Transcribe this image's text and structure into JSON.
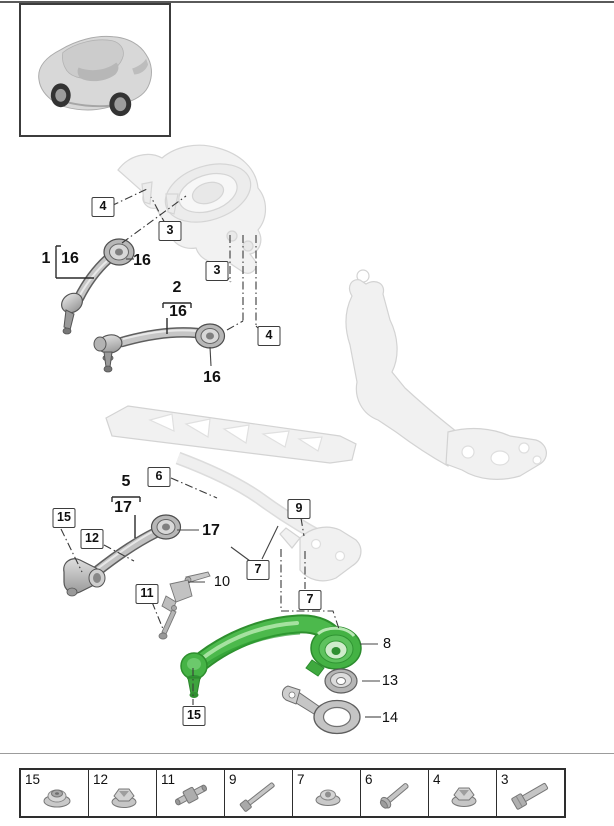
{
  "page": {
    "background": "#ffffff"
  },
  "colors": {
    "highlight_green": "#3fb53f",
    "part_grey": "#c4c4c4",
    "faint_grey": "#f1f1f1",
    "line": "#3a3a3a"
  },
  "vehicle_thumbnail": {
    "icon": "car-rear-three-quarter-icon"
  },
  "callouts": {
    "n1": "1",
    "n2": "2",
    "n5": "5",
    "n16a": "16",
    "n16b": "16",
    "n16c": "16",
    "n16d": "16",
    "n17a": "17",
    "n17b": "17",
    "n8": "8",
    "n10": "10",
    "n13": "13",
    "n14": "14",
    "b3a": "3",
    "b3b": "3",
    "b4a": "4",
    "b4b": "4",
    "b6": "6",
    "b7a": "7",
    "b7b": "7",
    "b9": "9",
    "b11": "11",
    "b12": "12",
    "b15a": "15",
    "b15b": "15"
  },
  "legend": {
    "cells": [
      {
        "num": "15",
        "icon": "dome-flange-nut-icon"
      },
      {
        "num": "12",
        "icon": "flange-nut-icon"
      },
      {
        "num": "11",
        "icon": "double-stud-icon"
      },
      {
        "num": "9",
        "icon": "long-hex-bolt-icon"
      },
      {
        "num": "7",
        "icon": "flange-nut-icon"
      },
      {
        "num": "6",
        "icon": "flange-head-bolt-icon"
      },
      {
        "num": "4",
        "icon": "flange-nut-icon"
      },
      {
        "num": "3",
        "icon": "hex-bolt-icon"
      }
    ]
  }
}
